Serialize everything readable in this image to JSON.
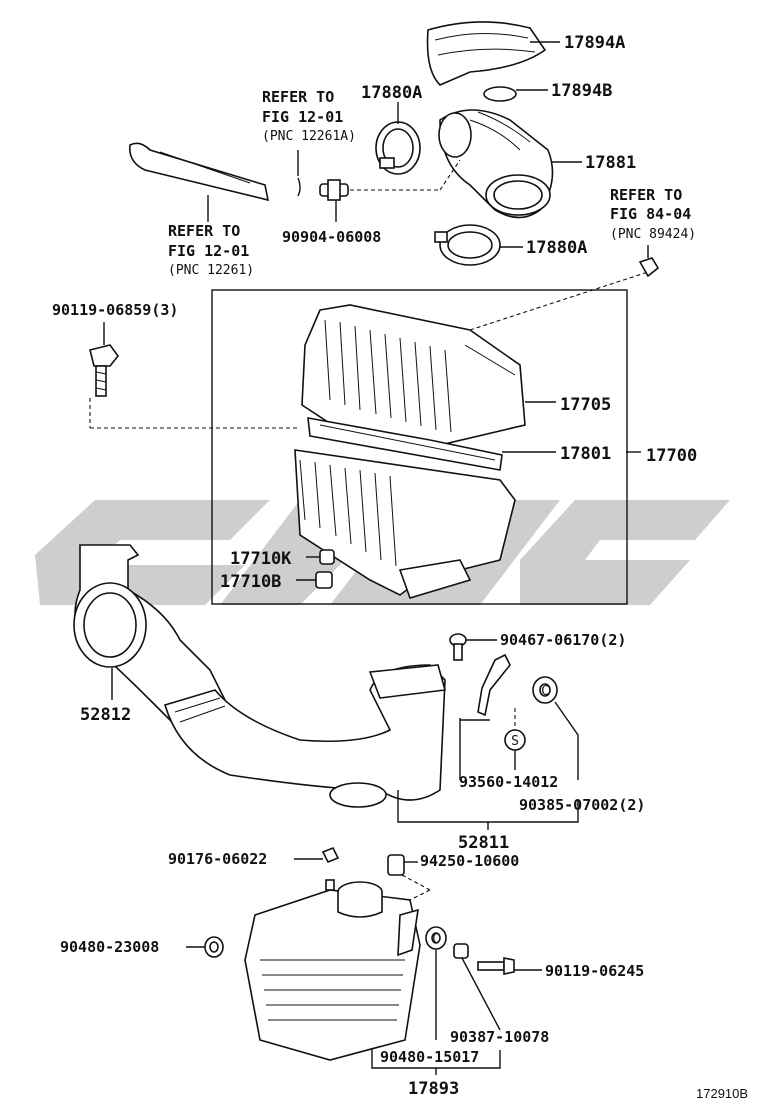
{
  "diagram_id": "172910B",
  "references": [
    {
      "line1": "REFER TO",
      "line2": "FIG 12-01",
      "pnc": "(PNC 12261A)"
    },
    {
      "line1": "REFER TO",
      "line2": "FIG 12-01",
      "pnc": "(PNC 12261)"
    },
    {
      "line1": "REFER TO",
      "line2": "FIG 84-04",
      "pnc": "(PNC 89424)"
    }
  ],
  "parts": {
    "p17894A": "17894A",
    "p17894B": "17894B",
    "p17880A_top": "17880A",
    "p17881": "17881",
    "p17880A_bottom": "17880A",
    "p90904_06008": "90904-06008",
    "p90119_06859": "90119-06859(3)",
    "p17705": "17705",
    "p17801": "17801",
    "p17700": "17700",
    "p17710K": "17710K",
    "p17710B": "17710B",
    "p52812": "52812",
    "p90467_06170": "90467-06170(2)",
    "s_marker": "S",
    "c_marker": "C",
    "p93560_14012": "93560-14012",
    "p90385_07002": "90385-07002(2)",
    "p52811": "52811",
    "p90176_06022": "90176-06022",
    "p94250_10600": "94250-10600",
    "p90480_23008": "90480-23008",
    "p90119_06245": "90119-06245",
    "p90387_10078": "90387-10078",
    "p90480_15017": "90480-15017",
    "p17893": "17893"
  }
}
